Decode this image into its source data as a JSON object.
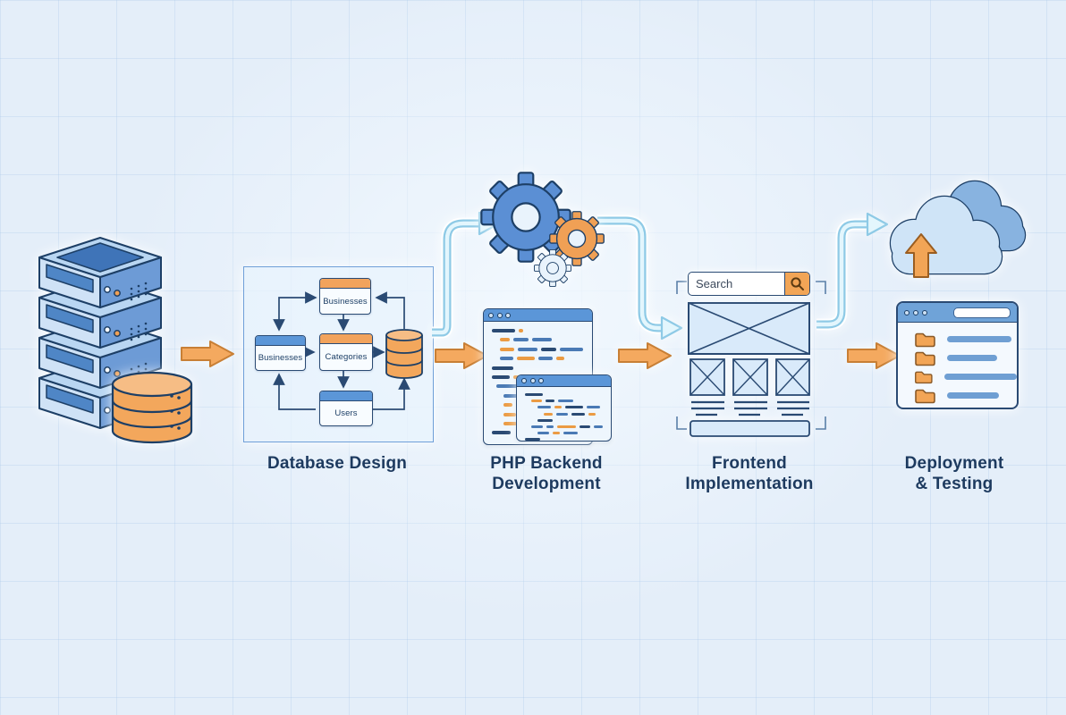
{
  "stages": [
    {
      "label": "Database Design"
    },
    {
      "label": "PHP Backend\nDevelopment"
    },
    {
      "label": "Frontend\nImplementation"
    },
    {
      "label": "Deployment\n& Testing"
    }
  ],
  "er_diagram": {
    "entities": [
      {
        "name": "Businesses",
        "header": "orange"
      },
      {
        "name": "Businesses",
        "header": "blue"
      },
      {
        "name": "Categories",
        "header": "orange"
      },
      {
        "name": "Users",
        "header": "blue"
      }
    ],
    "has_database_cylinder": true
  },
  "frontend": {
    "search_text": "Search"
  },
  "code_windows": {
    "back": {
      "lines": [
        {
          "i": 3,
          "s": [
            [
              26,
              "n"
            ],
            [
              5,
              "o"
            ]
          ]
        },
        {
          "i": 12,
          "s": [
            [
              11,
              "o"
            ],
            [
              17,
              "b"
            ],
            [
              22,
              "b"
            ]
          ]
        },
        {
          "i": 12,
          "s": [
            [
              16,
              "o"
            ],
            [
              22,
              "b"
            ],
            [
              17,
              "n"
            ],
            [
              26,
              "b"
            ]
          ]
        },
        {
          "i": 12,
          "s": [
            [
              15,
              "b"
            ],
            [
              20,
              "o"
            ],
            [
              16,
              "b"
            ],
            [
              9,
              "o"
            ]
          ]
        },
        {
          "i": 3,
          "s": [
            [
              24,
              "n"
            ]
          ]
        },
        {
          "i": 3,
          "s": [
            [
              20,
              "n"
            ],
            [
              6,
              "o"
            ]
          ]
        },
        {
          "i": 8,
          "s": [
            [
              30,
              "b"
            ],
            [
              15,
              "n"
            ],
            [
              12,
              "b"
            ],
            [
              14,
              "o"
            ],
            [
              15,
              "b"
            ]
          ]
        },
        {
          "i": 16,
          "s": [
            [
              19,
              "b"
            ],
            [
              7,
              "o"
            ],
            [
              15,
              "b"
            ],
            [
              17,
              "o"
            ]
          ]
        },
        {
          "i": 16,
          "s": [
            [
              10,
              "o"
            ],
            [
              19,
              "b"
            ],
            [
              12,
              "o"
            ]
          ]
        },
        {
          "i": 16,
          "s": [
            [
              14,
              "o"
            ],
            [
              9,
              "b"
            ]
          ]
        },
        {
          "i": 16,
          "s": [
            [
              15,
              "o"
            ]
          ]
        },
        {
          "i": 3,
          "s": [
            [
              21,
              "n"
            ]
          ]
        }
      ]
    },
    "front": {
      "lines": [
        {
          "i": 3,
          "s": [
            [
              20,
              "n"
            ]
          ]
        },
        {
          "i": 10,
          "s": [
            [
              12,
              "o"
            ],
            [
              10,
              "n"
            ],
            [
              17,
              "b"
            ]
          ]
        },
        {
          "i": 17,
          "s": [
            [
              15,
              "b"
            ],
            [
              8,
              "o"
            ],
            [
              20,
              "n"
            ],
            [
              15,
              "b"
            ]
          ]
        },
        {
          "i": 24,
          "s": [
            [
              10,
              "o"
            ],
            [
              13,
              "b"
            ],
            [
              15,
              "n"
            ],
            [
              8,
              "o"
            ]
          ]
        },
        {
          "i": 17,
          "s": [
            [
              17,
              "n"
            ]
          ]
        },
        {
          "i": 10,
          "s": [
            [
              13,
              "b"
            ],
            [
              8,
              "b"
            ],
            [
              21,
              "o"
            ],
            [
              12,
              "n"
            ],
            [
              10,
              "b"
            ]
          ]
        },
        {
          "i": 17,
          "s": [
            [
              13,
              "b"
            ],
            [
              8,
              "o"
            ],
            [
              16,
              "b"
            ]
          ]
        },
        {
          "i": 3,
          "s": [
            [
              17,
              "n"
            ]
          ]
        }
      ]
    }
  },
  "file_browser": {
    "bar_widths": [
      72,
      56,
      94,
      58
    ],
    "row_count": 4
  },
  "colors": {
    "accent_orange": "#f2a556",
    "primary_blue": "#5b8fd4",
    "navy_outline": "#1d3f66",
    "pipe_blue": "#8ecae6",
    "background": "#e4eef9",
    "label_text": "#1d3a5f"
  }
}
